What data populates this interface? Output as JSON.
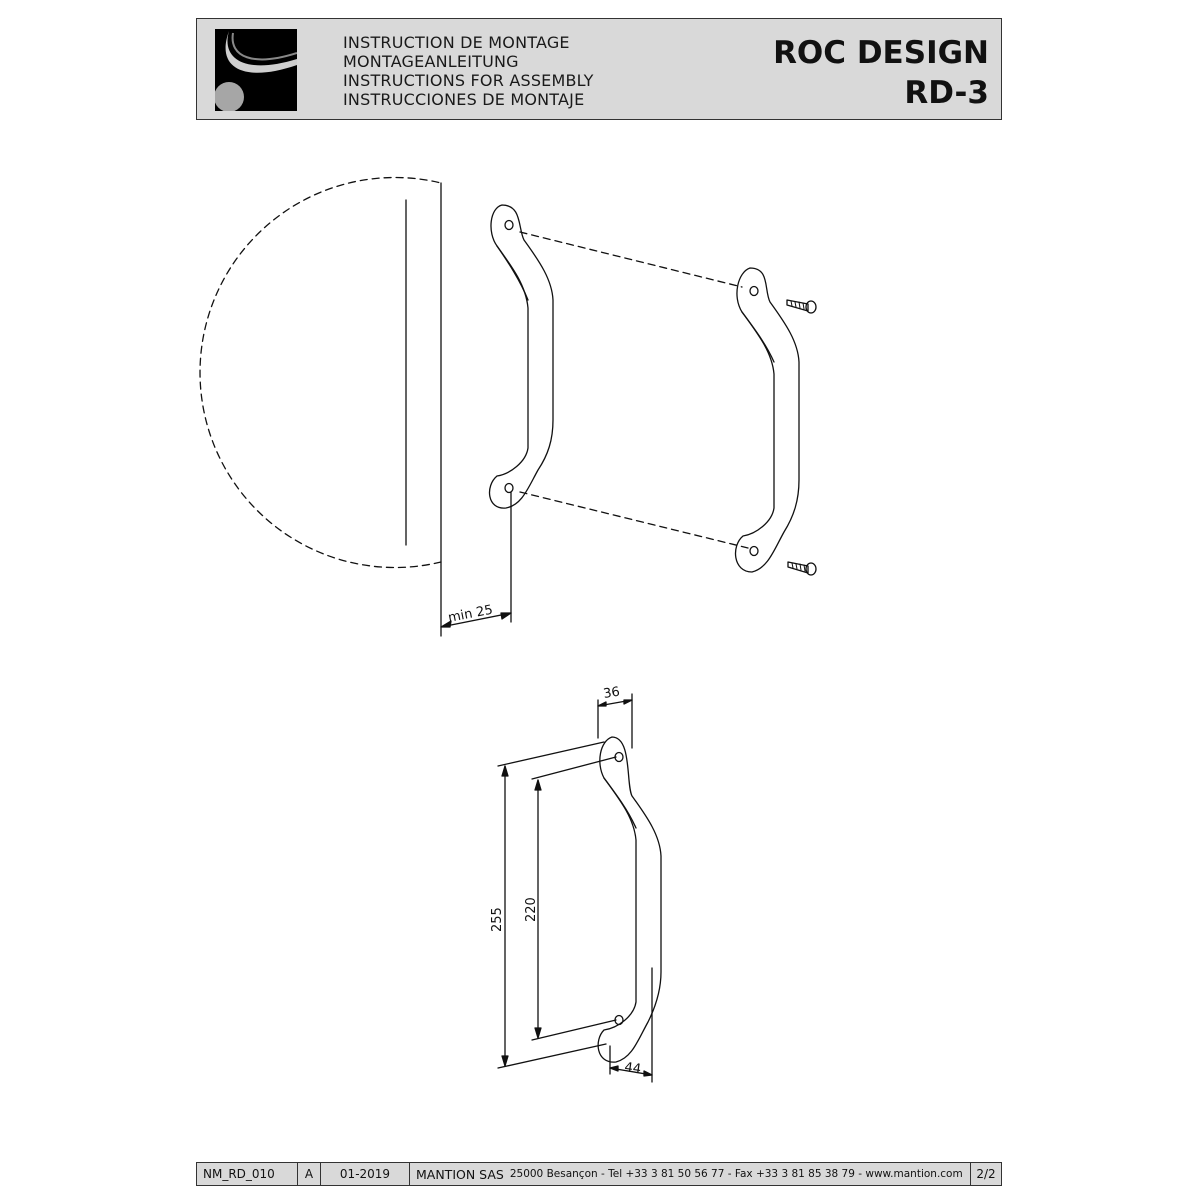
{
  "header": {
    "instructions": [
      "INSTRUCTION DE MONTAGE",
      "MONTAGEANLEITUNG",
      "INSTRUCTIONS FOR ASSEMBLY",
      "INSTRUCCIONES DE MONTAJE"
    ],
    "brand": "ROC DESIGN",
    "model": "RD-3"
  },
  "drawing": {
    "clearance_label": "min 25",
    "dim_width_top": "36",
    "dim_depth_bottom": "44",
    "dim_total_length": "255",
    "dim_hole_spacing": "220"
  },
  "footer": {
    "doc_ref": "NM_RD_010",
    "revision": "A",
    "date": "01-2019",
    "company": "MANTION SAS",
    "address": "25000 Besançon - Tel +33 3 81 50 56 77 - Fax +33 3 81 85 38 79 - www.mantion.com",
    "page": "2/2"
  },
  "colors": {
    "panel_fill": "#d9d9d9",
    "line": "#111111",
    "logo_dark": "#000000",
    "logo_circle": "#a6a6a6"
  }
}
